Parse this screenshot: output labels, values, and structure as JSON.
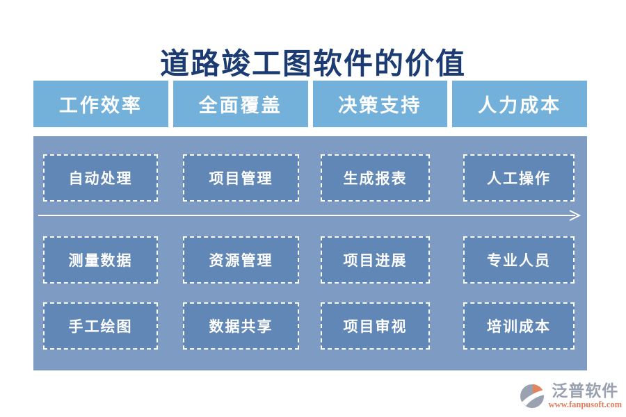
{
  "title": "道路竣工图软件的价值",
  "headers": [
    "工作效率",
    "全面覆盖",
    "决策支持",
    "人力成本"
  ],
  "grid": {
    "rows": [
      [
        "自动处理",
        "项目管理",
        "生成报表",
        "人工操作"
      ],
      [
        "测量数据",
        "资源管理",
        "项目进展",
        "专业人员"
      ],
      [
        "手工绘图",
        "数据共享",
        "项目审视",
        "培训成本"
      ]
    ]
  },
  "footer": {
    "brand": "泛普软件",
    "url": "www.fanpusoft.com"
  },
  "colors": {
    "header_bg": "#73B1DA",
    "panel_bg": "#7E9CC3",
    "box_bg": "#6187B6",
    "title": "#1B3B72",
    "brand_gray": "#99A1B0",
    "brand_red": "#E07E60"
  }
}
